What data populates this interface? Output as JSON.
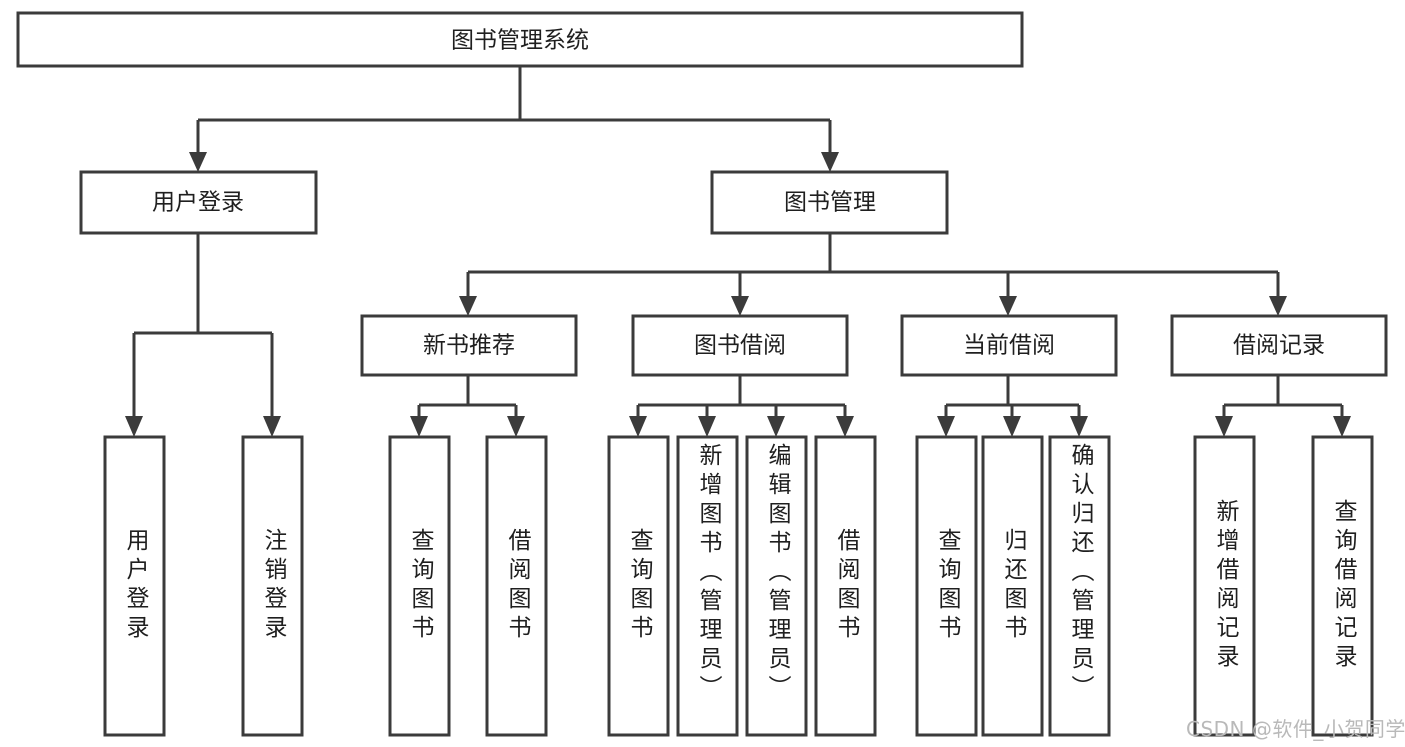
{
  "diagram": {
    "type": "tree-hierarchy-diagram",
    "title": "图书管理系统",
    "background_color": "#ffffff",
    "line_color": "#3b3b3b",
    "text_color": "#1f1f1f",
    "levels": 4,
    "root": {
      "label": "图书管理系统"
    },
    "level2": [
      {
        "label": "用户登录"
      },
      {
        "label": "图书管理"
      }
    ],
    "level3": [
      {
        "label": "新书推荐",
        "parent": "图书管理"
      },
      {
        "label": "图书借阅",
        "parent": "图书管理"
      },
      {
        "label": "当前借阅",
        "parent": "图书管理"
      },
      {
        "label": "借阅记录",
        "parent": "图书管理"
      }
    ],
    "leaves": {
      "user_login": [
        {
          "label": "用户登录"
        },
        {
          "label": "注销登录"
        }
      ],
      "new_book_recommend": [
        {
          "label": "查询图书"
        },
        {
          "label": "借阅图书"
        }
      ],
      "book_borrow": [
        {
          "label": "查询图书"
        },
        {
          "label": "新增图书（管理员）"
        },
        {
          "label": "编辑图书（管理员）"
        },
        {
          "label": "借阅图书"
        }
      ],
      "current_borrow": [
        {
          "label": "查询图书"
        },
        {
          "label": "归还图书"
        },
        {
          "label": "确认归还（管理员）"
        }
      ],
      "borrow_record": [
        {
          "label": "新增借阅记录"
        },
        {
          "label": "查询借阅记录"
        }
      ]
    }
  },
  "watermark": {
    "text": "CSDN @软件_小贺同学",
    "color": "#b9b9b9"
  }
}
